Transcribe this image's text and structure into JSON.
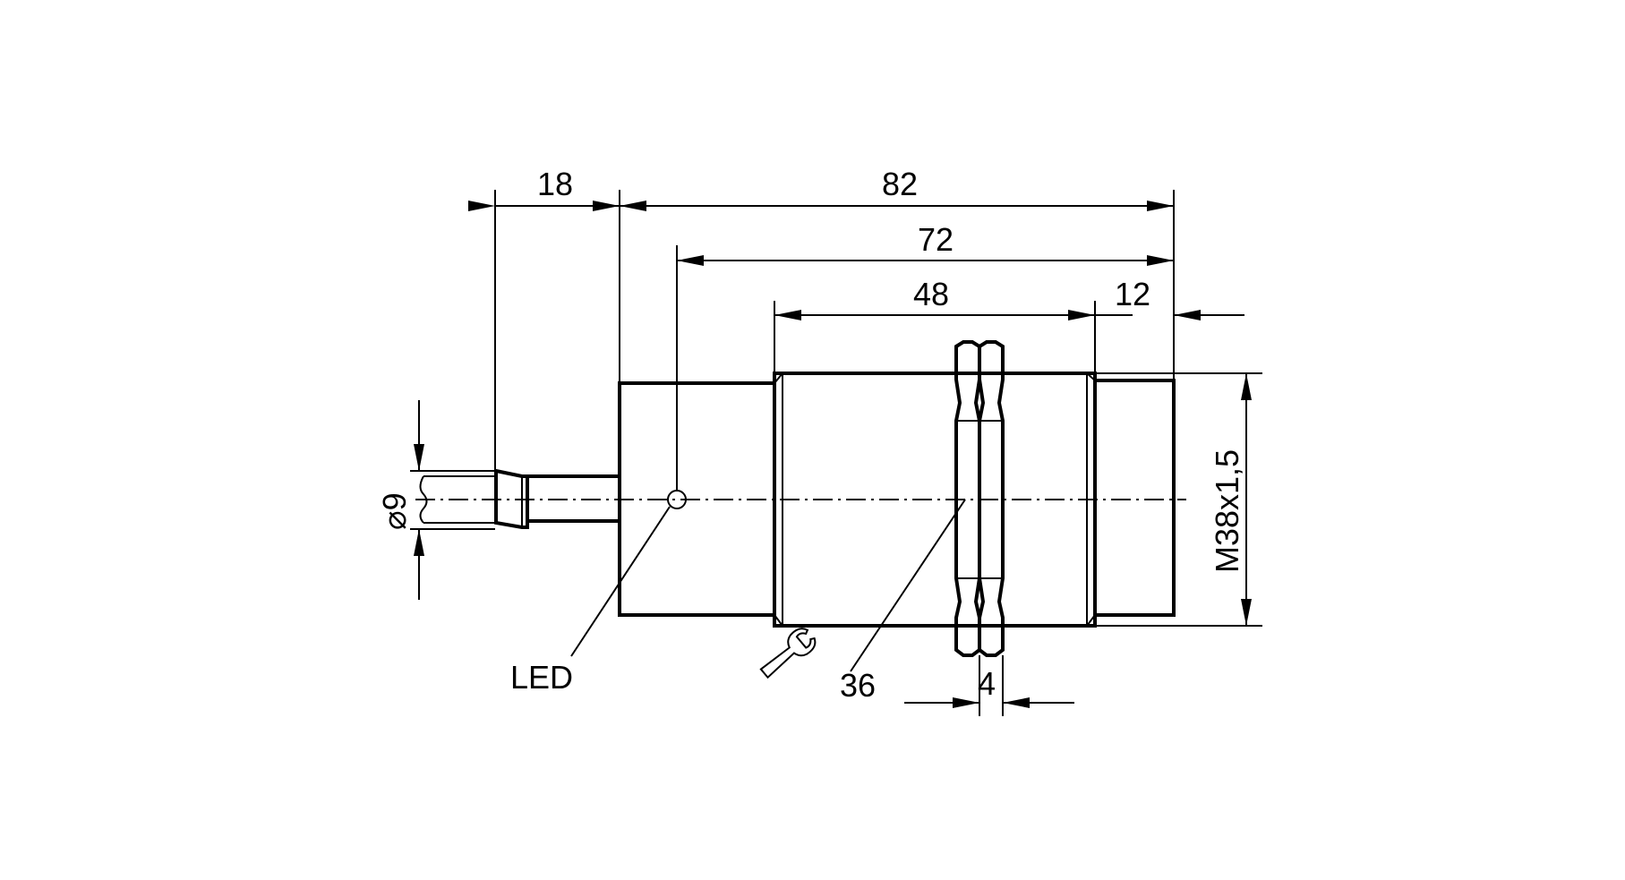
{
  "dimensions": {
    "cable_length": "18",
    "overall_length": "82",
    "led_to_face": "72",
    "thread_length": "48",
    "face_length": "12",
    "nut_thickness": "4",
    "cable_diameter": "⌀9",
    "thread_spec": "M38x1,5",
    "wrench_size": "36"
  },
  "labels": {
    "led": "LED"
  },
  "icons": {
    "wrench": "wrench-icon"
  }
}
